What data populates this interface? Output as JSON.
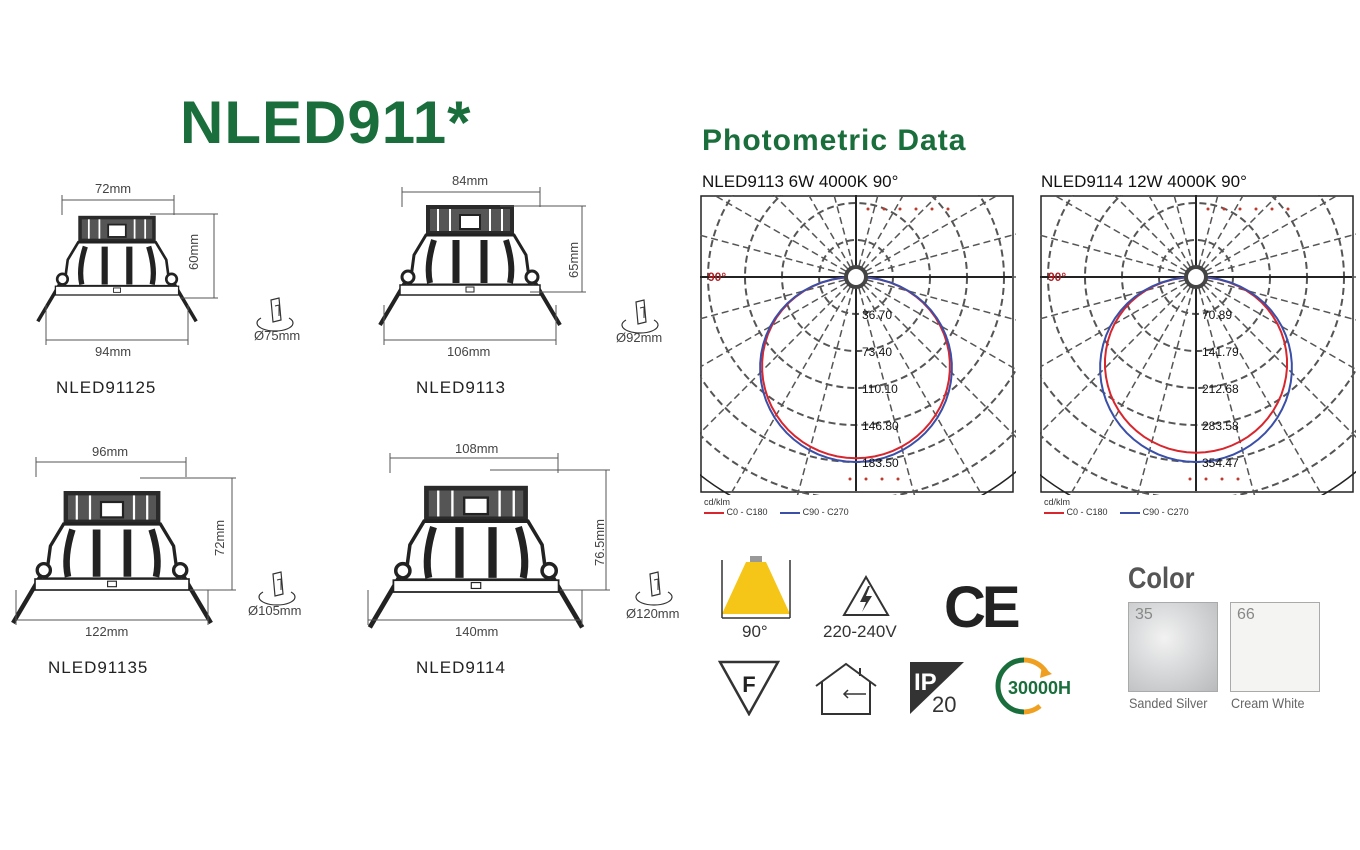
{
  "title": "NLED911*",
  "photometric_title": "Photometric Data",
  "products": [
    {
      "model": "NLED91125",
      "top_width": "72mm",
      "bottom_width": "94mm",
      "height": "60mm",
      "cutout": "Ø75mm"
    },
    {
      "model": "NLED9113",
      "top_width": "84mm",
      "bottom_width": "106mm",
      "height": "65mm",
      "cutout": "Ø92mm"
    },
    {
      "model": "NLED91135",
      "top_width": "96mm",
      "bottom_width": "122mm",
      "height": "72mm",
      "cutout": "Ø105mm"
    },
    {
      "model": "NLED9114",
      "top_width": "108mm",
      "bottom_width": "140mm",
      "height": "76.5mm",
      "cutout": "Ø120mm"
    }
  ],
  "polar_charts": [
    {
      "caption": "NLED9113  6W 4000K  90°",
      "angle_label": "90°",
      "ring_values": [
        "36.70",
        "73.40",
        "110.10",
        "146.80",
        "183.50"
      ],
      "unit": "cd/klm",
      "legend": [
        "C0 - C180",
        "C90 - C270"
      ]
    },
    {
      "caption": "NLED9114  12W 4000K  90°",
      "angle_label": "90°",
      "ring_values": [
        "70.89",
        "141.79",
        "212.68",
        "283.58",
        "354.47"
      ],
      "unit": "cd/klm",
      "legend": [
        "C0 - C180",
        "C90 - C270"
      ]
    }
  ],
  "features": {
    "beam_angle": "90°",
    "voltage": "220-240V",
    "ce_mark": "CE",
    "f_mark": "F",
    "ip_top": "IP",
    "ip_bottom": "20",
    "lifetime": "30000H"
  },
  "color": {
    "title": "Color",
    "swatches": [
      {
        "number": "35",
        "name": "Sanded Silver"
      },
      {
        "number": "66",
        "name": "Cream White"
      }
    ]
  },
  "colors": {
    "brand_green": "#1a6e3c",
    "curve_red": "#d8262e",
    "curve_blue": "#3a4fa8",
    "beam_yellow": "#f5c518"
  }
}
